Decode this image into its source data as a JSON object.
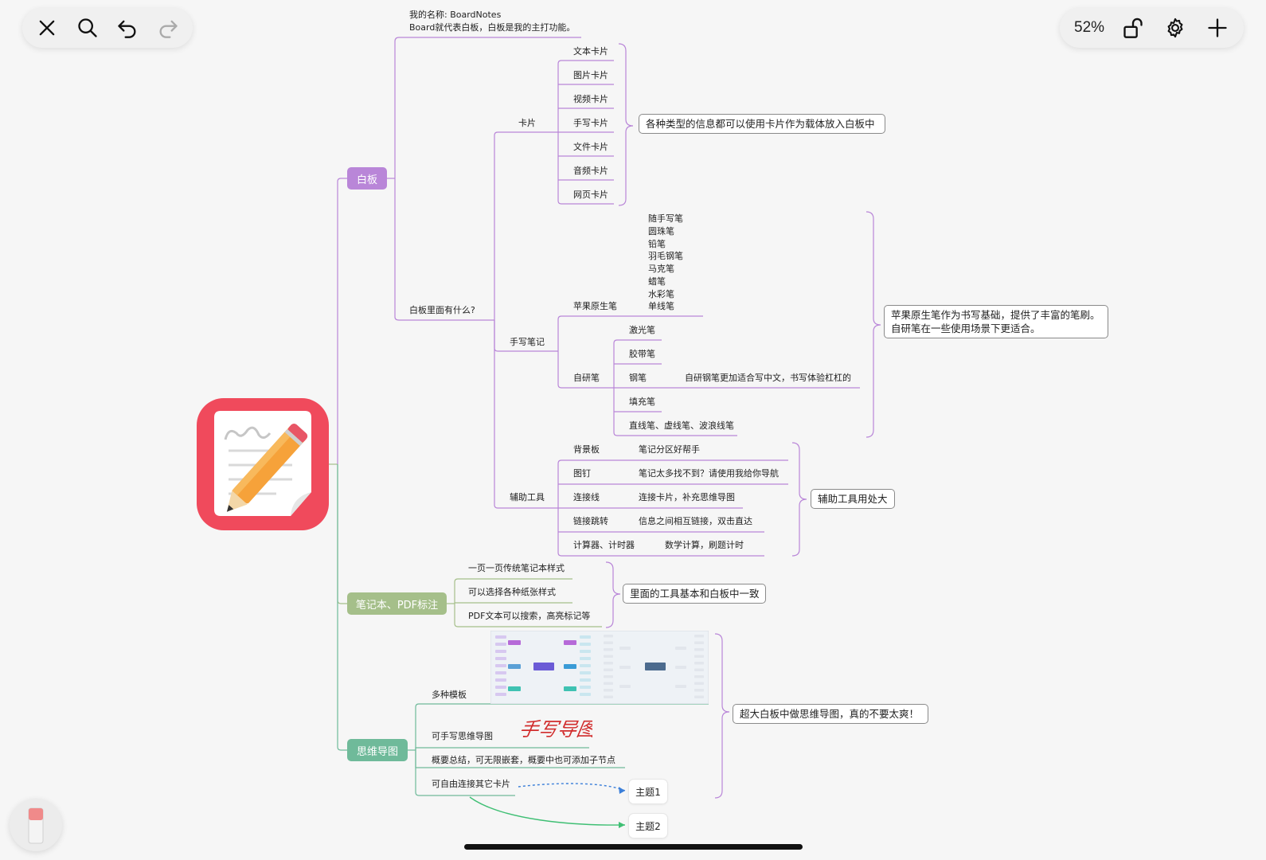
{
  "toolbar": {
    "close_icon": "close-icon",
    "search_icon": "search-icon",
    "undo_icon": "undo-icon",
    "redo_icon": "redo-icon",
    "zoom": "52%",
    "lock_icon": "unlock-icon",
    "settings_icon": "gear-icon",
    "add_icon": "plus-icon"
  },
  "colors": {
    "purple": "#b986d8",
    "olive": "#a5bf8a",
    "green": "#6fba9a",
    "connector_blue": "#3b7fd9",
    "connector_green": "#3fbf74",
    "app_red": "#f04a5c"
  },
  "mindmap": {
    "whiteboard": {
      "label": "白板",
      "name_note_1": "我的名称: BoardNotes",
      "name_note_2": "Board就代表白板，白板是我的主打功能。",
      "whats_inside": "白板里面有什么?",
      "cards": {
        "label": "卡片",
        "items": [
          "文本卡片",
          "图片卡片",
          "视频卡片",
          "手写卡片",
          "文件卡片",
          "音频卡片",
          "网页卡片"
        ],
        "summary": "各种类型的信息都可以使用卡片作为载体放入白板中"
      },
      "handwriting": {
        "label": "手写笔记",
        "apple_pen": {
          "label": "苹果原生笔",
          "items": [
            "随手写笔",
            "圆珠笔",
            "铅笔",
            "羽毛钢笔",
            "马克笔",
            "蜡笔",
            "水彩笔",
            "单线笔"
          ]
        },
        "custom_pen": {
          "label": "自研笔",
          "items": [
            "激光笔",
            "胶带笔",
            "钢笔",
            "填充笔",
            "直线笔、虚线笔、波浪线笔"
          ],
          "pen_note": "自研钢笔更加适合写中文，书写体验杠杠的"
        },
        "summary_1": "苹果原生笔作为书写基础，提供了丰富的笔刷。",
        "summary_2": "自研笔在一些使用场景下更适合。"
      },
      "tools": {
        "label": "辅助工具",
        "items": [
          {
            "name": "背景板",
            "desc": "笔记分区好帮手"
          },
          {
            "name": "图钉",
            "desc": "笔记太多找不到？请使用我给你导航"
          },
          {
            "name": "连接线",
            "desc": "连接卡片，补充思维导图"
          },
          {
            "name": "链接跳转",
            "desc": "信息之间相互链接，双击直达"
          },
          {
            "name": "计算器、计时器",
            "desc": "数学计算，刷题计时"
          }
        ],
        "summary": "辅助工具用处大"
      }
    },
    "notebook": {
      "label": "笔记本、PDF标注",
      "items": [
        "一页一页传统笔记本样式",
        "可以选择各种纸张样式",
        "PDF文本可以搜索，高亮标记等"
      ],
      "summary": "里面的工具基本和白板中一致"
    },
    "mindmap_branch": {
      "label": "思维导图",
      "items": [
        "多种模板",
        "可手写思维导图",
        "概要总结，可无限嵌套，概要中也可添加子节点",
        "可自由连接其它卡片"
      ],
      "summary": "超大白板中做思维导图，真的不要太爽！",
      "handwriting_label": "手写导图",
      "topic_1": "主题1",
      "topic_2": "主题2"
    }
  }
}
